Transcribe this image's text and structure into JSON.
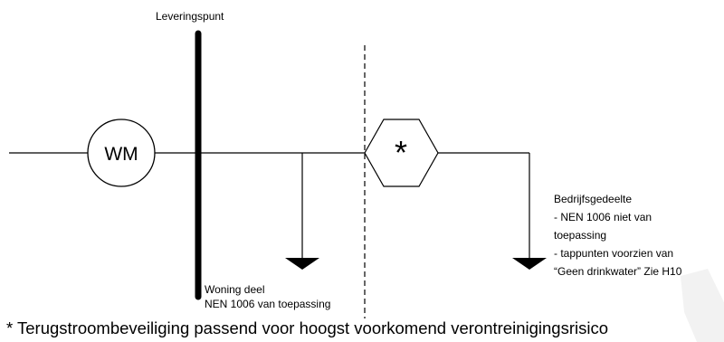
{
  "delivery_point": {
    "label": "Leveringspunt"
  },
  "meter": {
    "label": "WM"
  },
  "backflow_device": {
    "symbol": "*"
  },
  "residential": {
    "line1": "Woning deel",
    "line2": "NEN 1006 van toepassing"
  },
  "business": {
    "lines": [
      "Bedrijfsgedeelte",
      "- NEN 1006 niet van",
      "toepassing",
      "- tappunten voorzien van",
      "“Geen drinkwater” Zie H10"
    ]
  },
  "footnote": {
    "text": "* Terugstroombeveiliging passend voor hoogst voorkomend verontreinigingsrisico"
  },
  "watermark": {
    "color": "#000000"
  }
}
